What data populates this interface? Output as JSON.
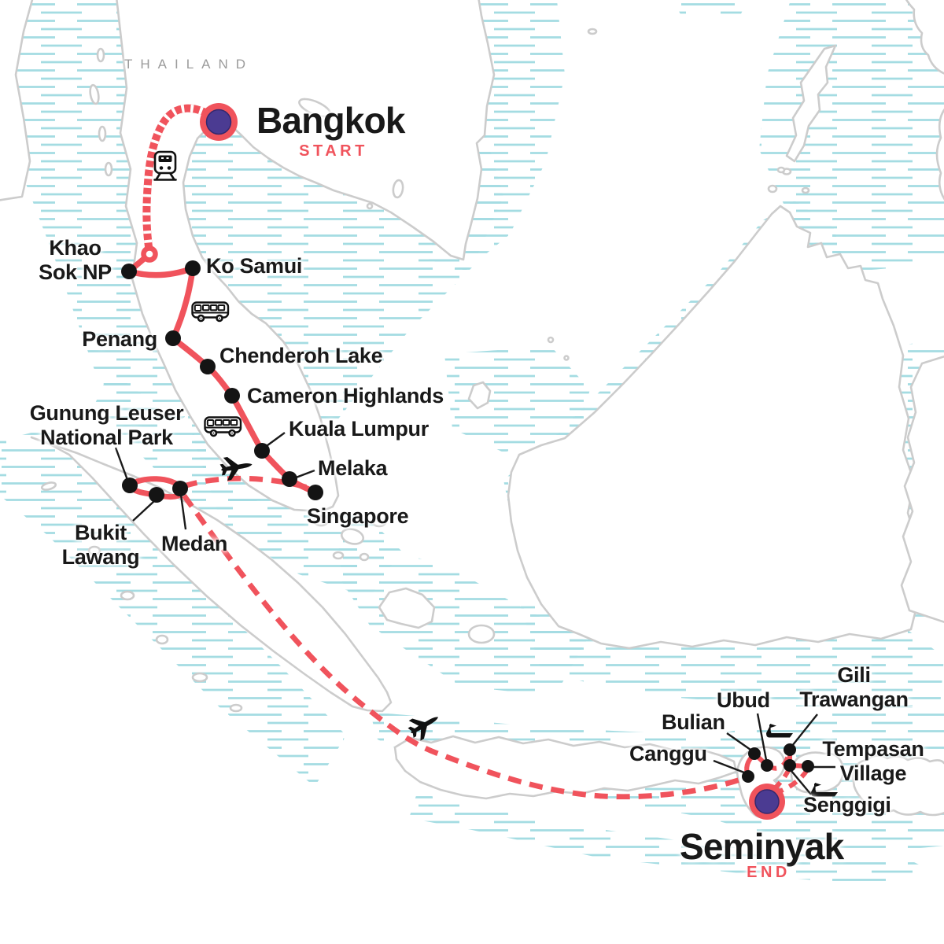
{
  "region": {
    "label": "THAILAND"
  },
  "start": {
    "city": "Bangkok",
    "tag": "START"
  },
  "end": {
    "city": "Seminyak",
    "tag": "END"
  },
  "stops": {
    "khao_sok": {
      "lines": [
        "Khao",
        "Sok NP"
      ]
    },
    "ko_samui": {
      "lines": [
        "Ko Samui"
      ]
    },
    "penang": {
      "lines": [
        "Penang"
      ]
    },
    "chenderoh_lake": {
      "lines": [
        "Chenderoh Lake"
      ]
    },
    "cameron_highlands": {
      "lines": [
        "Cameron Highlands"
      ]
    },
    "kuala_lumpur": {
      "lines": [
        "Kuala Lumpur"
      ]
    },
    "melaka": {
      "lines": [
        "Melaka"
      ]
    },
    "singapore": {
      "lines": [
        "Singapore"
      ]
    },
    "gunung_leuser": {
      "lines": [
        "Gunung Leuser",
        "National Park"
      ]
    },
    "bukit_lawang": {
      "lines": [
        "Bukit",
        "Lawang"
      ]
    },
    "medan": {
      "lines": [
        "Medan"
      ]
    },
    "canggu": {
      "lines": [
        "Canggu"
      ]
    },
    "bulian": {
      "lines": [
        "Bulian"
      ]
    },
    "ubud": {
      "lines": [
        "Ubud"
      ]
    },
    "gili_trawangan": {
      "lines": [
        "Gili",
        "Trawangan"
      ]
    },
    "tempasan_village": {
      "lines": [
        "Tempasan",
        "Village"
      ]
    },
    "senggigi": {
      "lines": [
        "Senggigi"
      ]
    }
  },
  "route": {
    "order": [
      "Bangkok",
      "Khao Sok NP",
      "Ko Samui",
      "Penang",
      "Chenderoh Lake",
      "Cameron Highlands",
      "Kuala Lumpur",
      "Melaka",
      "Singapore",
      "Medan",
      "Bukit Lawang",
      "Gunung Leuser National Park",
      "Canggu",
      "Bulian",
      "Ubud",
      "Gili Trawangan",
      "Tempasan Village",
      "Senggigi",
      "Seminyak"
    ],
    "transport_icons": [
      "train",
      "bus",
      "bus",
      "plane",
      "plane",
      "boat",
      "boat"
    ]
  },
  "colors": {
    "route": "#F0535C",
    "marker_inner": "#4B3B92",
    "stop_dot": "#141414",
    "water_hatch": "#A4DCE2",
    "land_outline": "#CCCCCC",
    "label_text": "#191919",
    "region_text": "#9B9B9B",
    "tag_text": "#F0535C"
  }
}
